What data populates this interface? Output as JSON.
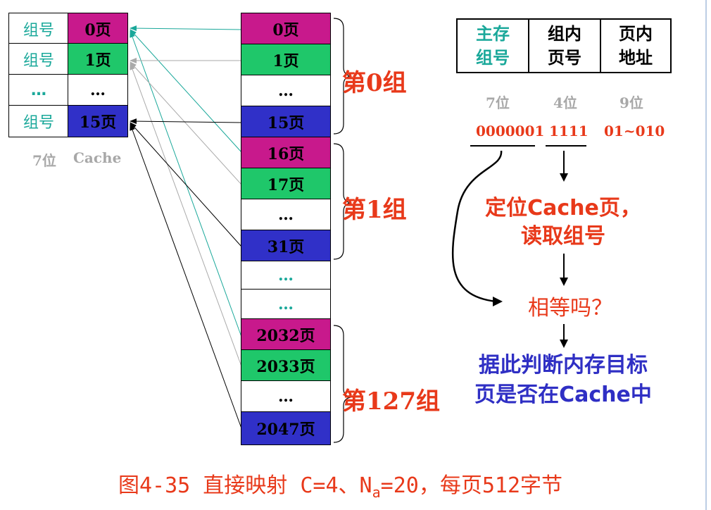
{
  "cache": {
    "rows": [
      {
        "tag": "组号",
        "page": "0页",
        "color": "mag"
      },
      {
        "tag": "组号",
        "page": "1页",
        "color": "grn"
      },
      {
        "tag": "…",
        "page": "…",
        "color": "wht"
      },
      {
        "tag": "组号",
        "page": "15页",
        "color": "blu"
      }
    ],
    "bits_label": "7位",
    "name_label": "Cache"
  },
  "memory": {
    "blocks": [
      {
        "label": "0页",
        "color": "mag"
      },
      {
        "label": "1页",
        "color": "grn"
      },
      {
        "label": "…",
        "color": "wht"
      },
      {
        "label": "15页",
        "color": "blu"
      },
      {
        "label": "16页",
        "color": "mag"
      },
      {
        "label": "17页",
        "color": "grn"
      },
      {
        "label": "…",
        "color": "wht"
      },
      {
        "label": "31页",
        "color": "blu"
      },
      {
        "label": "…",
        "color": "wht",
        "teal": true
      },
      {
        "label": "…",
        "color": "wht",
        "teal": true
      },
      {
        "label": "2032页",
        "color": "mag"
      },
      {
        "label": "2033页",
        "color": "grn"
      },
      {
        "label": "…",
        "color": "wht"
      },
      {
        "label": "2047页",
        "color": "blu"
      }
    ],
    "groups": [
      "第0组",
      "第1组",
      "第127组"
    ]
  },
  "address": {
    "fields": [
      "主存\n组号",
      "组内\n页号",
      "页内\n地址"
    ],
    "field_colors": [
      "#1aa89a",
      "#000000",
      "#000000"
    ],
    "bits": [
      "7位",
      "4位",
      "9位"
    ],
    "values": [
      "0000001",
      "1111",
      "01~010"
    ]
  },
  "flow": {
    "step1": "定位Cache页，",
    "step1b": "读取组号",
    "step2": "相等吗？",
    "result1": "据此判断内存目标",
    "result2": "页是否在Cache中"
  },
  "caption": {
    "prefix": "图4-35 直接映射 C=4、N",
    "sub": "a",
    "suffix": "=20，每页512字节"
  },
  "colors": {
    "magenta": "#c8198c",
    "green": "#1fc76a",
    "blue": "#3030c8",
    "red": "#e8391a",
    "teal": "#1aa89a",
    "navy": "#2f2fc4"
  }
}
